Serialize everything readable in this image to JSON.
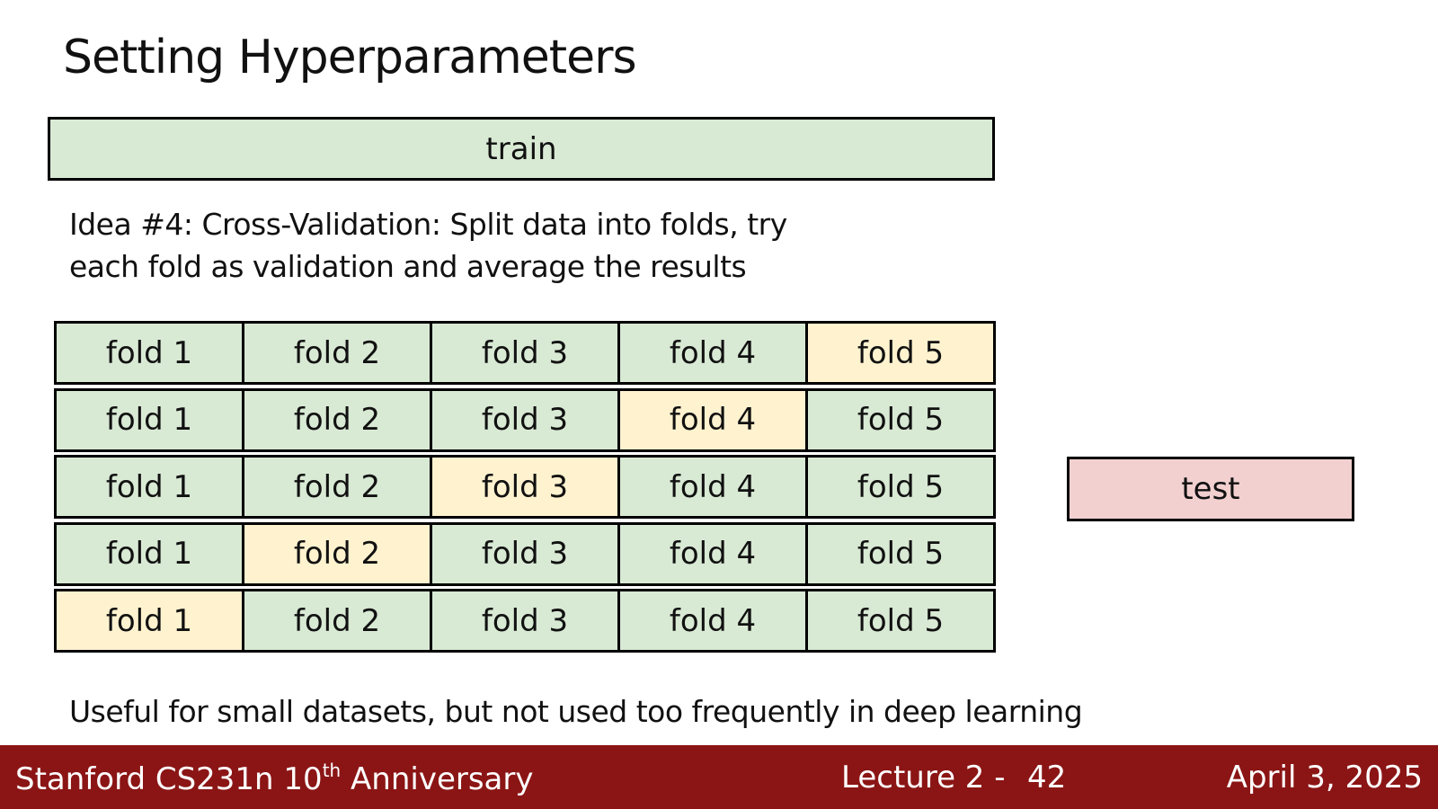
{
  "slide": {
    "title": "Setting Hyperparameters",
    "train_label": "train",
    "idea_line1": "Idea #4: Cross-Validation: Split data into folds, try",
    "idea_line2": "each fold as validation and average the results",
    "test_label": "test",
    "note": "Useful for small datasets, but not used too frequently in deep learning",
    "fold_labels": [
      "fold 1",
      "fold 2",
      "fold 3",
      "fold 4",
      "fold 5"
    ],
    "validation_fold_per_row": [
      5,
      4,
      3,
      2,
      1
    ]
  },
  "colors": {
    "train": "#d8e9d4",
    "validation": "#fff2cf",
    "test": "#f2d0d0",
    "footer": "#8b1515"
  },
  "footer": {
    "course_prefix": "Stanford CS231n 10",
    "course_sup": "th",
    "course_suffix": " Anniversary",
    "lecture": "Lecture 2 -",
    "page": "42",
    "date": "April 3, 2025"
  }
}
